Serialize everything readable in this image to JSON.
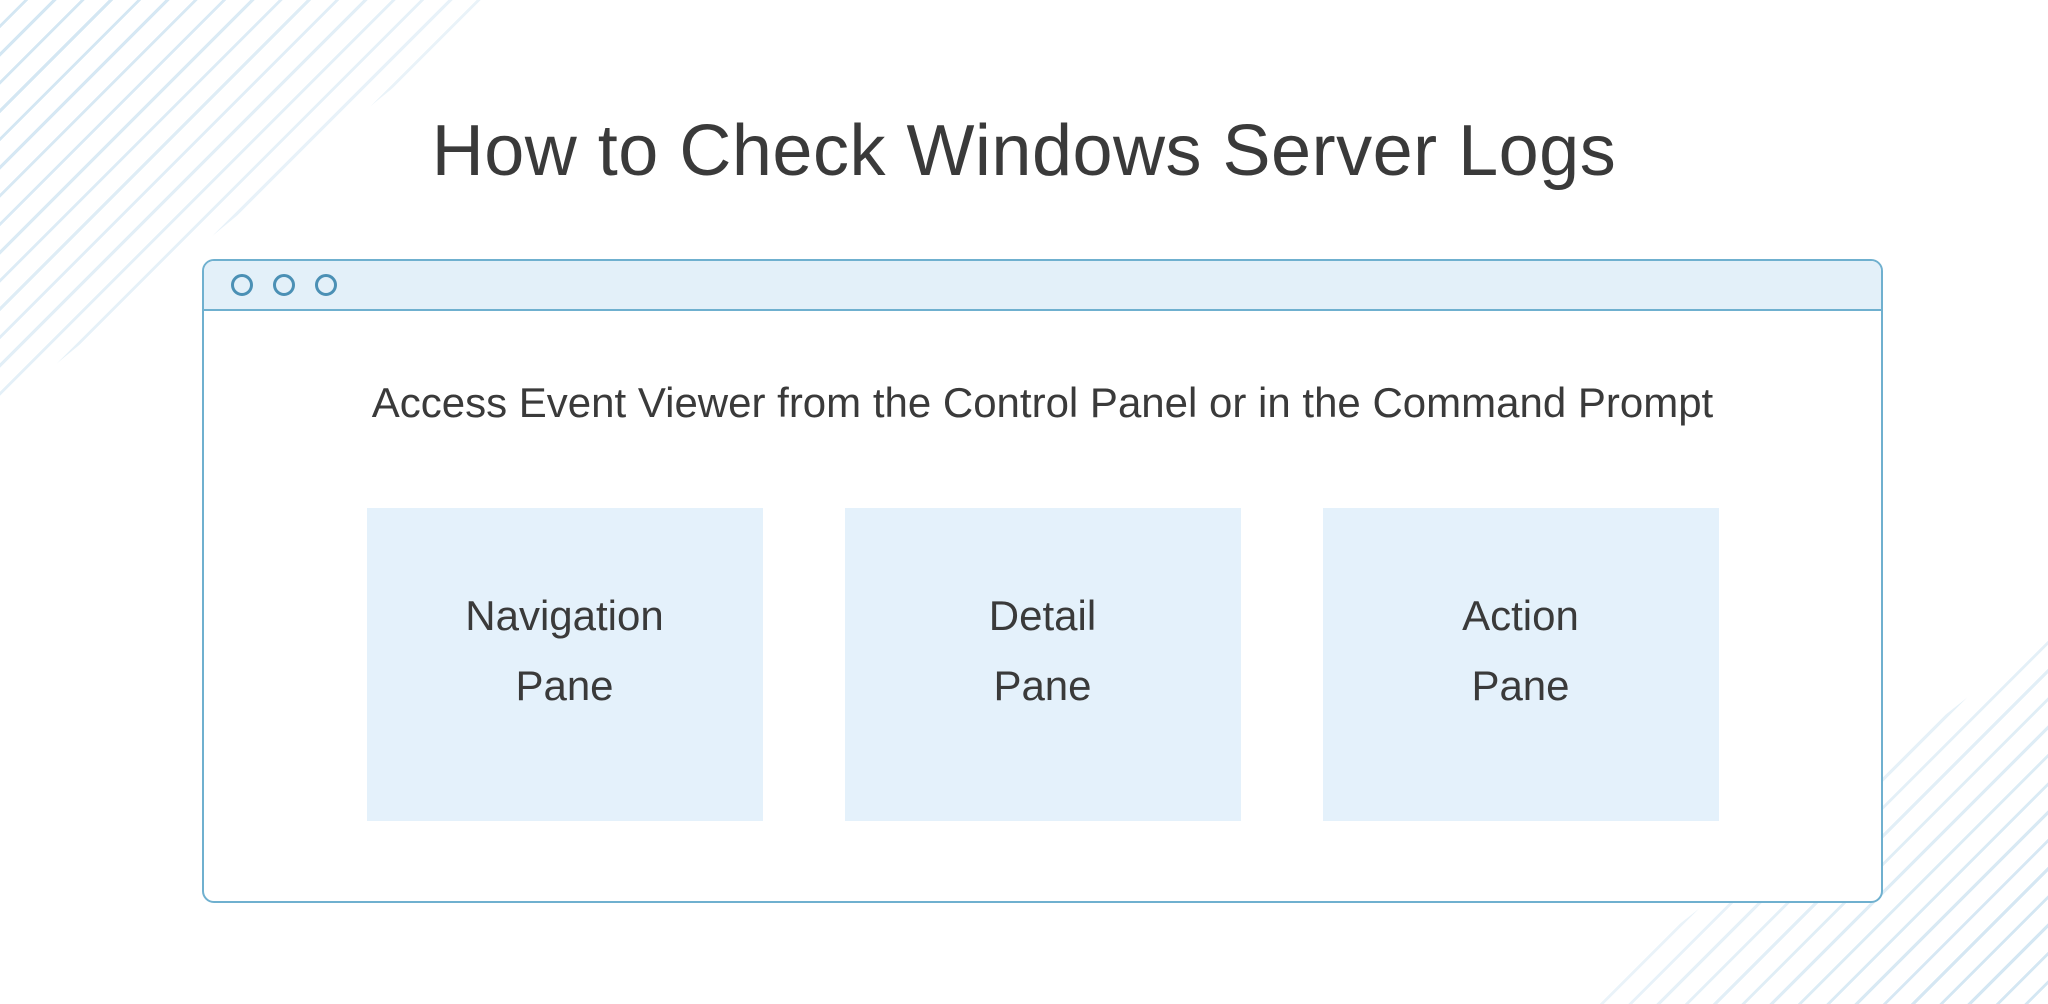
{
  "page_title": "How to Check Windows Server Logs",
  "window": {
    "subtitle": "Access Event Viewer from the Control Panel or in the Command Prompt",
    "panes": [
      {
        "label": "Navigation\nPane"
      },
      {
        "label": "Detail\nPane"
      },
      {
        "label": "Action\nPane"
      }
    ]
  },
  "colors": {
    "accent": "#6fb0cf",
    "titlebar-bg": "#e3f0f9",
    "pane-bg": "#e4f1fb",
    "text": "#3a3a3a",
    "stripe": "#d4e7f3",
    "dot-stroke": "#4b90b5"
  }
}
